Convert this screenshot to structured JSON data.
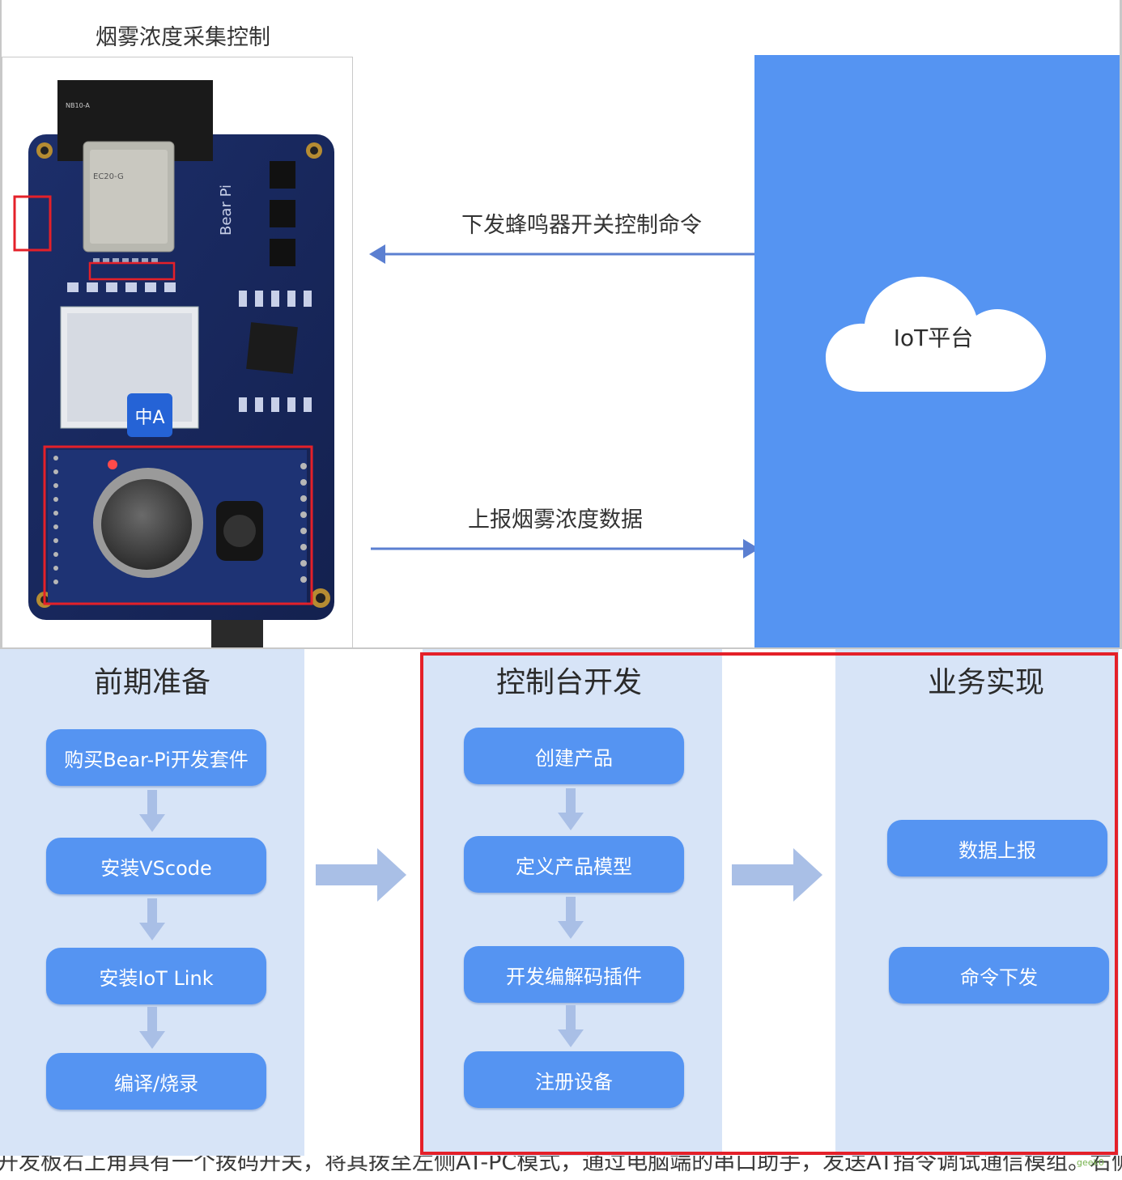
{
  "top_diagram": {
    "board_title": "烟雾浓度采集控制",
    "iot_platform_label": "IoT平台",
    "downlink_label": "下发蜂鸣器开关控制命令",
    "uplink_label": "上报烟雾浓度数据",
    "translate_badge": "中A",
    "board_markings": {
      "module": "EC20-G",
      "brand": "Bear Pi",
      "antenna": "NB10-A"
    }
  },
  "bottom_diagram": {
    "columns": [
      {
        "title": "前期准备",
        "steps": [
          "购买Bear-Pi开发套件",
          "安装VScode",
          "安装IoT Link",
          "编译/烧录"
        ]
      },
      {
        "title": "控制台开发",
        "steps": [
          "创建产品",
          "定义产品模型",
          "开发编解码插件",
          "注册设备"
        ]
      },
      {
        "title": "业务实现",
        "steps": [
          "数据上报",
          "命令下发"
        ]
      }
    ],
    "colors": {
      "column_background": "#d7e4f7",
      "step_box": "#5594f2",
      "arrow": "#a9bfe6",
      "highlight": "#e42029",
      "iot_panel": "#5594f2"
    }
  },
  "caption": "开发板右上角具有一个拨码开关，将其拨至左侧AT-PC模式，通过电脑端的串口助手，发送AT指令调试通信模组。右侧A",
  "watermark": "geek0"
}
